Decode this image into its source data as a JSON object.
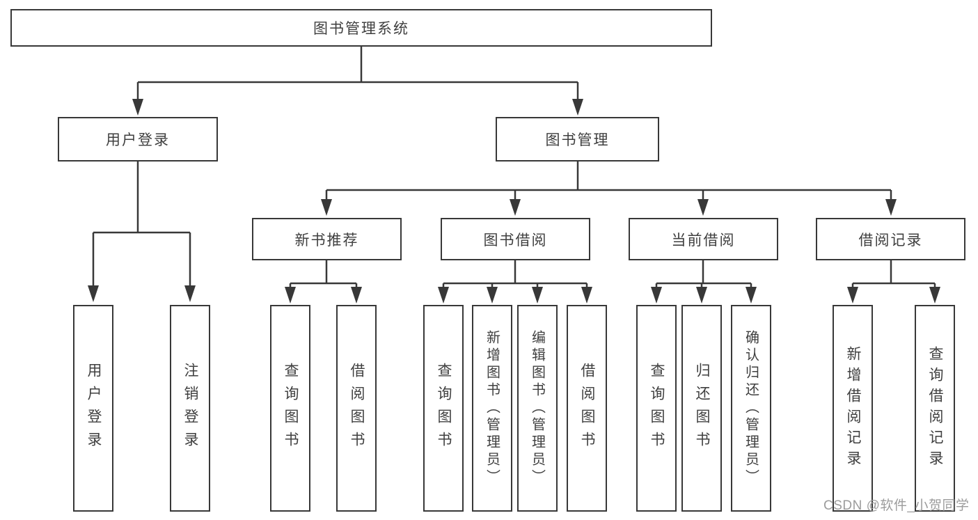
{
  "colors": {
    "background": "#ffffff",
    "box_border": "#383838",
    "connector_line": "#383838",
    "text": "#3f3f3f",
    "watermark": "#9c9c9c"
  },
  "watermark": {
    "text": "CSDN @软件_小贺同学"
  },
  "diagram": {
    "type": "hierarchy-tree",
    "root": {
      "label": "图书管理系统"
    },
    "branches": [
      {
        "label": "用户登录",
        "children": [
          {
            "label": "用户登录"
          },
          {
            "label": "注销登录"
          }
        ]
      },
      {
        "label": "图书管理",
        "children": [
          {
            "label": "新书推荐",
            "children": [
              {
                "label": "查询图书"
              },
              {
                "label": "借阅图书"
              }
            ]
          },
          {
            "label": "图书借阅",
            "children": [
              {
                "label": "查询图书"
              },
              {
                "label": "新增图书（管理员）"
              },
              {
                "label": "编辑图书（管理员）"
              },
              {
                "label": "借阅图书"
              }
            ]
          },
          {
            "label": "当前借阅",
            "children": [
              {
                "label": "查询图书"
              },
              {
                "label": "归还图书"
              },
              {
                "label": "确认归还（管理员）"
              }
            ]
          },
          {
            "label": "借阅记录",
            "children": [
              {
                "label": "新增借阅记录"
              },
              {
                "label": "查询借阅记录"
              }
            ]
          }
        ]
      }
    ]
  }
}
